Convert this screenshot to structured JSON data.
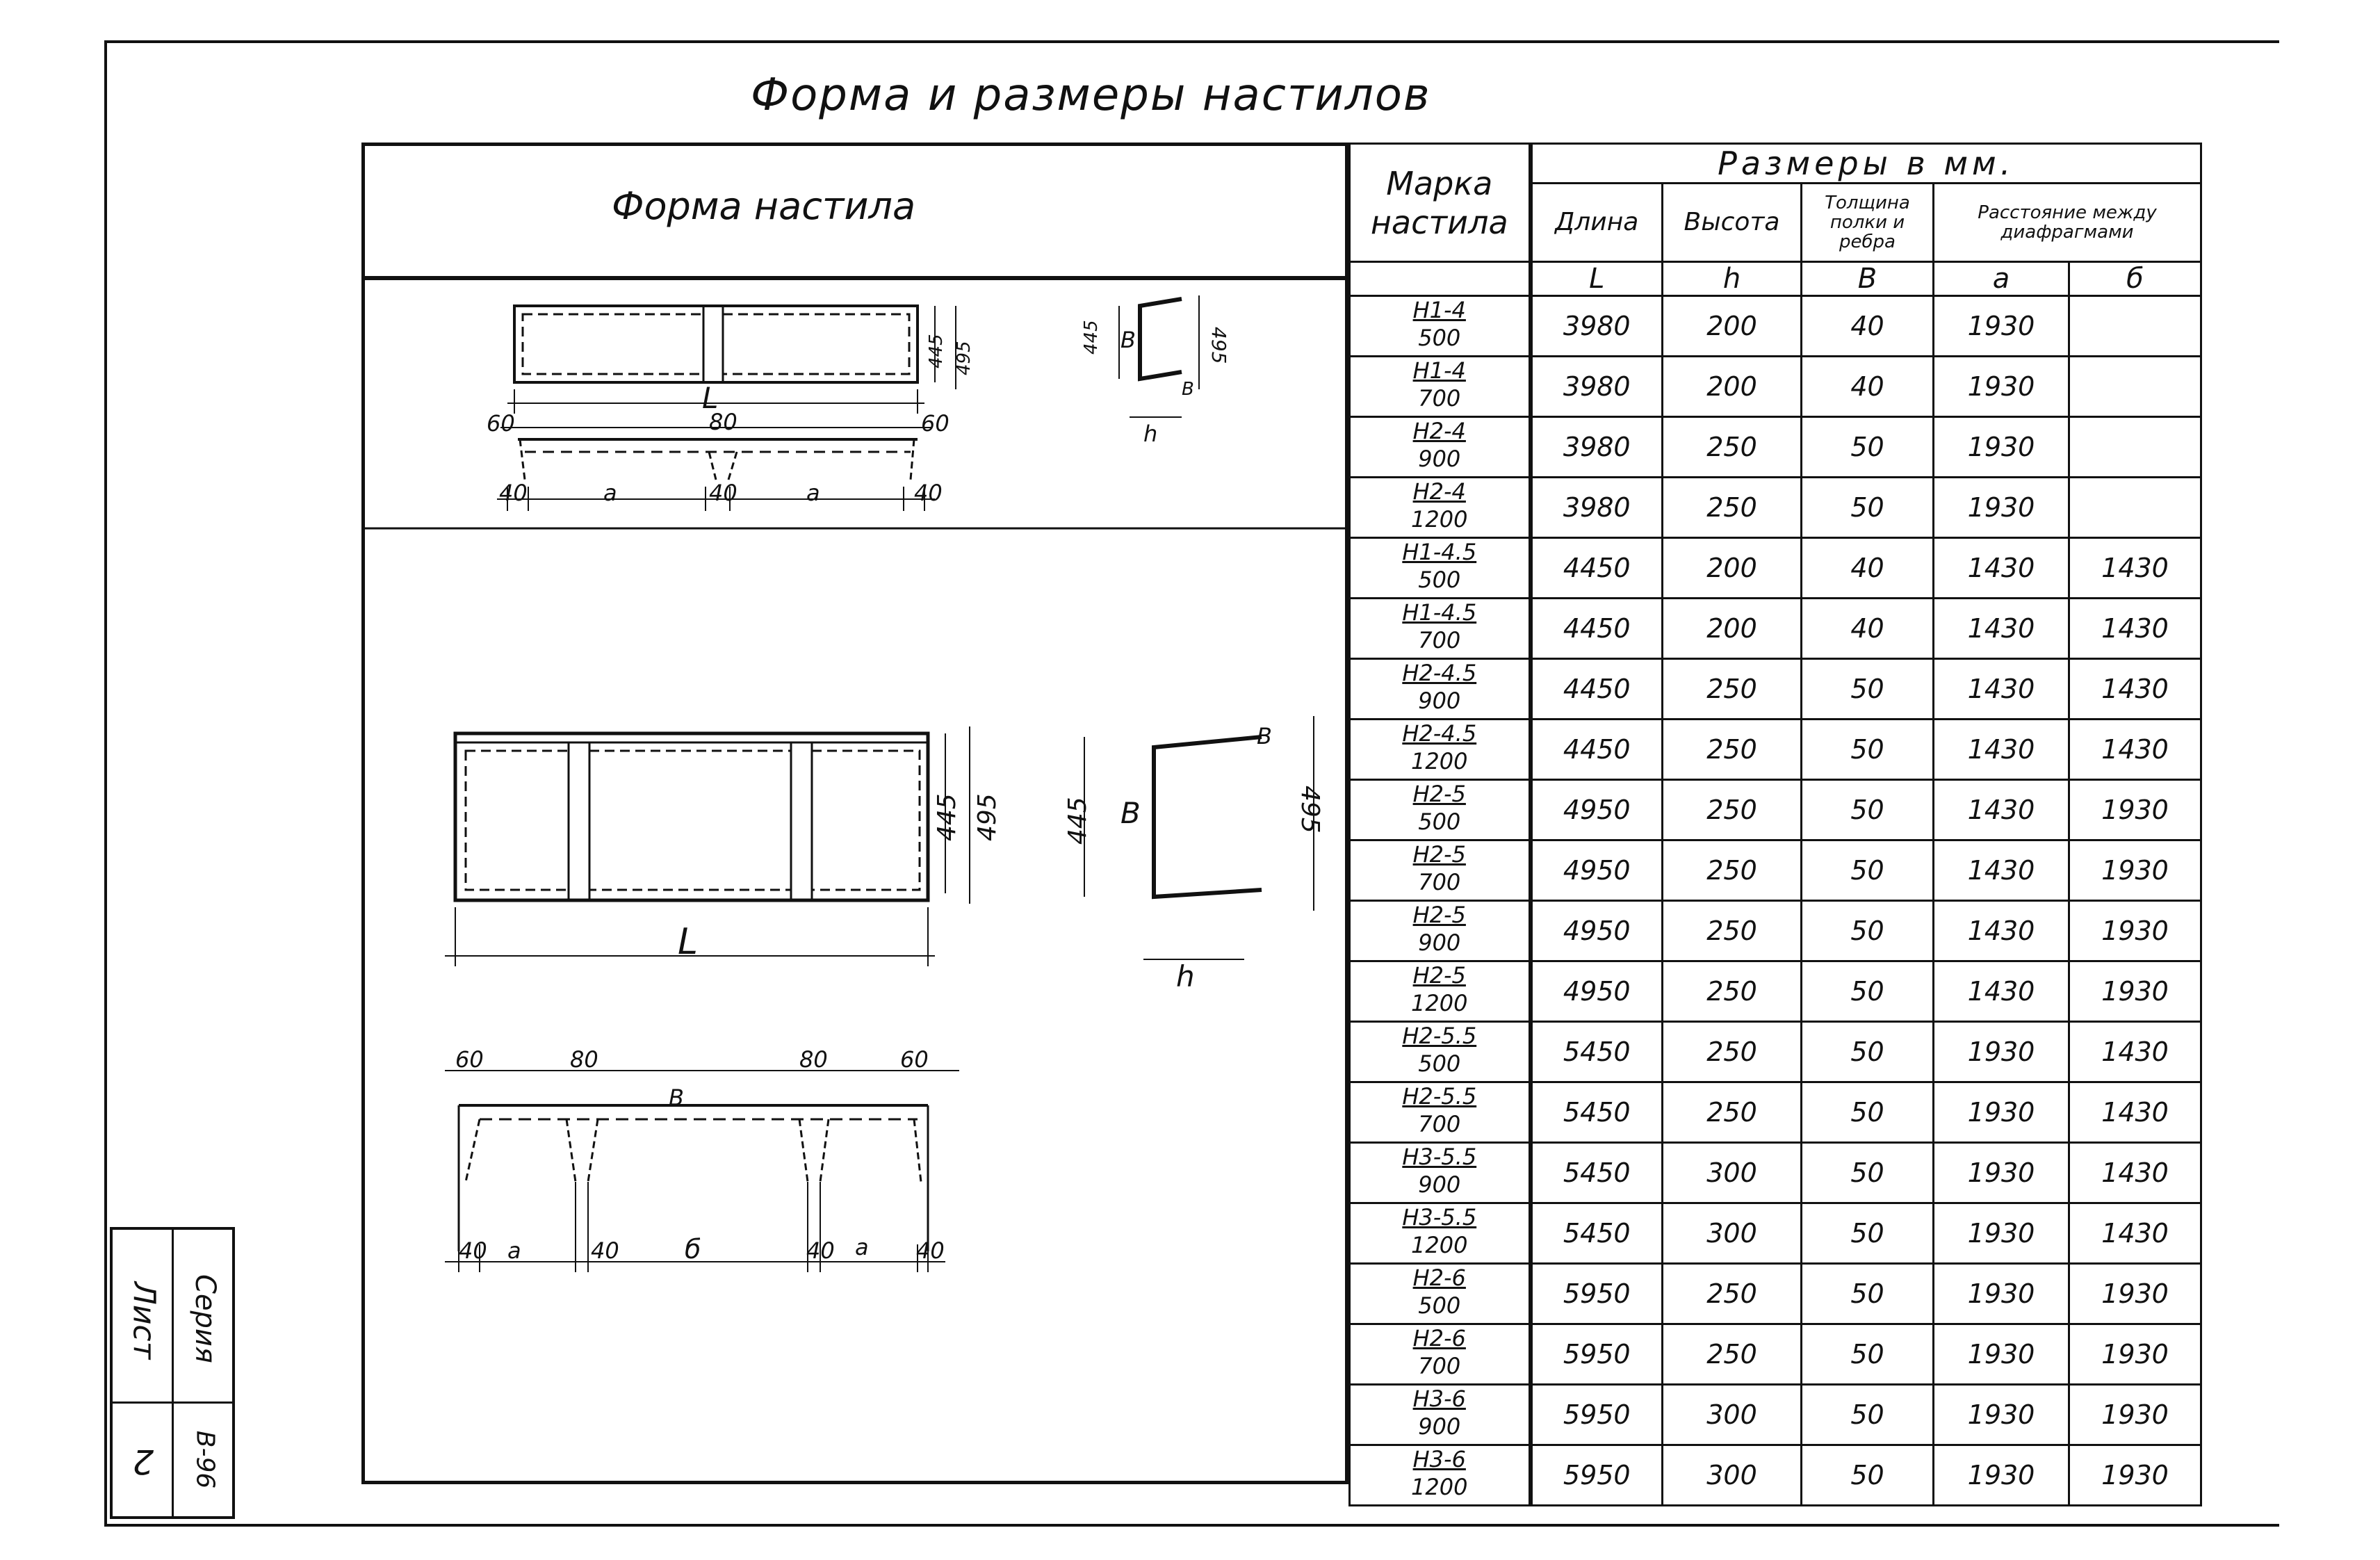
{
  "title": "Форма и размеры настилов",
  "left_header": "Форма настила",
  "drawing_labels": {
    "upper": {
      "L": "L",
      "offsets_top": [
        "60",
        "80",
        "60"
      ],
      "bottom_dims": [
        "40",
        "a",
        "40",
        "a",
        "40"
      ],
      "plan_height_inner": "445",
      "plan_height_outer": "495",
      "section_inner": "445",
      "section_outer": "495",
      "section_B": "B",
      "section_h": "h",
      "section_b_small": "B"
    },
    "lower": {
      "L": "L",
      "plan_height_inner": "445",
      "plan_height_outer": "495",
      "section_inner": "445",
      "section_outer": "495",
      "section_B": "B",
      "section_h": "h",
      "section_b_small": "B",
      "offsets_top": [
        "60",
        "80",
        "80",
        "60"
      ],
      "bottom_dims": [
        "40",
        "a",
        "40",
        "б",
        "40",
        "a",
        "40"
      ],
      "B_mid": "B"
    }
  },
  "table": {
    "col_mark": "Марка настила",
    "group_header": "Размеры в мм.",
    "col_length": "Длина",
    "col_height": "Высота",
    "col_thickness": "Толщина полки и ребра",
    "col_distance": "Расстояние между диафрагмами",
    "sym_length": "L",
    "sym_height": "h",
    "sym_thickness": "B",
    "sym_a": "a",
    "sym_b": "б",
    "rows": [
      {
        "mark_top": "Н1-4",
        "mark_bot": "500",
        "L": "3980",
        "h": "200",
        "B": "40",
        "a": "1930",
        "b": ""
      },
      {
        "mark_top": "Н1-4",
        "mark_bot": "700",
        "L": "3980",
        "h": "200",
        "B": "40",
        "a": "1930",
        "b": ""
      },
      {
        "mark_top": "Н2-4",
        "mark_bot": "900",
        "L": "3980",
        "h": "250",
        "B": "50",
        "a": "1930",
        "b": ""
      },
      {
        "mark_top": "Н2-4",
        "mark_bot": "1200",
        "L": "3980",
        "h": "250",
        "B": "50",
        "a": "1930",
        "b": ""
      },
      {
        "mark_top": "Н1-4.5",
        "mark_bot": "500",
        "L": "4450",
        "h": "200",
        "B": "40",
        "a": "1430",
        "b": "1430"
      },
      {
        "mark_top": "Н1-4.5",
        "mark_bot": "700",
        "L": "4450",
        "h": "200",
        "B": "40",
        "a": "1430",
        "b": "1430"
      },
      {
        "mark_top": "Н2-4.5",
        "mark_bot": "900",
        "L": "4450",
        "h": "250",
        "B": "50",
        "a": "1430",
        "b": "1430"
      },
      {
        "mark_top": "Н2-4.5",
        "mark_bot": "1200",
        "L": "4450",
        "h": "250",
        "B": "50",
        "a": "1430",
        "b": "1430"
      },
      {
        "mark_top": "Н2-5",
        "mark_bot": "500",
        "L": "4950",
        "h": "250",
        "B": "50",
        "a": "1430",
        "b": "1930"
      },
      {
        "mark_top": "Н2-5",
        "mark_bot": "700",
        "L": "4950",
        "h": "250",
        "B": "50",
        "a": "1430",
        "b": "1930"
      },
      {
        "mark_top": "Н2-5",
        "mark_bot": "900",
        "L": "4950",
        "h": "250",
        "B": "50",
        "a": "1430",
        "b": "1930"
      },
      {
        "mark_top": "Н2-5",
        "mark_bot": "1200",
        "L": "4950",
        "h": "250",
        "B": "50",
        "a": "1430",
        "b": "1930"
      },
      {
        "mark_top": "Н2-5.5",
        "mark_bot": "500",
        "L": "5450",
        "h": "250",
        "B": "50",
        "a": "1930",
        "b": "1430"
      },
      {
        "mark_top": "Н2-5.5",
        "mark_bot": "700",
        "L": "5450",
        "h": "250",
        "B": "50",
        "a": "1930",
        "b": "1430"
      },
      {
        "mark_top": "Н3-5.5",
        "mark_bot": "900",
        "L": "5450",
        "h": "300",
        "B": "50",
        "a": "1930",
        "b": "1430"
      },
      {
        "mark_top": "Н3-5.5",
        "mark_bot": "1200",
        "L": "5450",
        "h": "300",
        "B": "50",
        "a": "1930",
        "b": "1430"
      },
      {
        "mark_top": "Н2-6",
        "mark_bot": "500",
        "L": "5950",
        "h": "250",
        "B": "50",
        "a": "1930",
        "b": "1930"
      },
      {
        "mark_top": "Н2-6",
        "mark_bot": "700",
        "L": "5950",
        "h": "250",
        "B": "50",
        "a": "1930",
        "b": "1930"
      },
      {
        "mark_top": "Н3-6",
        "mark_bot": "900",
        "L": "5950",
        "h": "300",
        "B": "50",
        "a": "1930",
        "b": "1930"
      },
      {
        "mark_top": "Н3-6",
        "mark_bot": "1200",
        "L": "5950",
        "h": "300",
        "B": "50",
        "a": "1930",
        "b": "1930"
      }
    ]
  },
  "stamp": {
    "sheet_label": "Лист",
    "sheet_number": "2",
    "series_label": "Серия",
    "series_value": "В-96"
  }
}
